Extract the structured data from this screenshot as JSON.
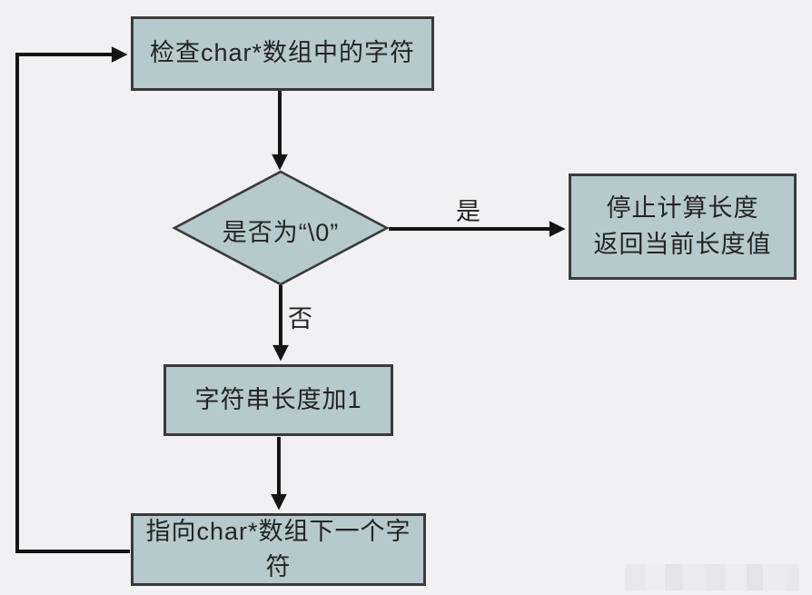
{
  "diagram": {
    "type": "flowchart",
    "title_semantic": "strlen character scan flow",
    "colors": {
      "background": "#f1f1f3",
      "node_fill": "#b6c9cc",
      "node_border": "#3a3a3a",
      "arrow": "#141414",
      "text": "#232323"
    },
    "nodes": [
      {
        "id": "check",
        "shape": "rect",
        "label": "检查char*数组中的字符"
      },
      {
        "id": "is_null",
        "shape": "diamond",
        "label": "是否为“\\0”"
      },
      {
        "id": "stop",
        "shape": "rect",
        "label_line1": "停止计算长度",
        "label_line2": "返回当前长度值"
      },
      {
        "id": "increment",
        "shape": "rect",
        "label": "字符串长度加1"
      },
      {
        "id": "next",
        "shape": "rect",
        "label": "指向char*数组下一个字符"
      }
    ],
    "edges": [
      {
        "from": "check",
        "to": "is_null",
        "label": ""
      },
      {
        "from": "is_null",
        "to": "stop",
        "label": "是"
      },
      {
        "from": "is_null",
        "to": "increment",
        "label": "否"
      },
      {
        "from": "increment",
        "to": "next",
        "label": ""
      },
      {
        "from": "next",
        "to": "check",
        "label": ""
      }
    ]
  }
}
